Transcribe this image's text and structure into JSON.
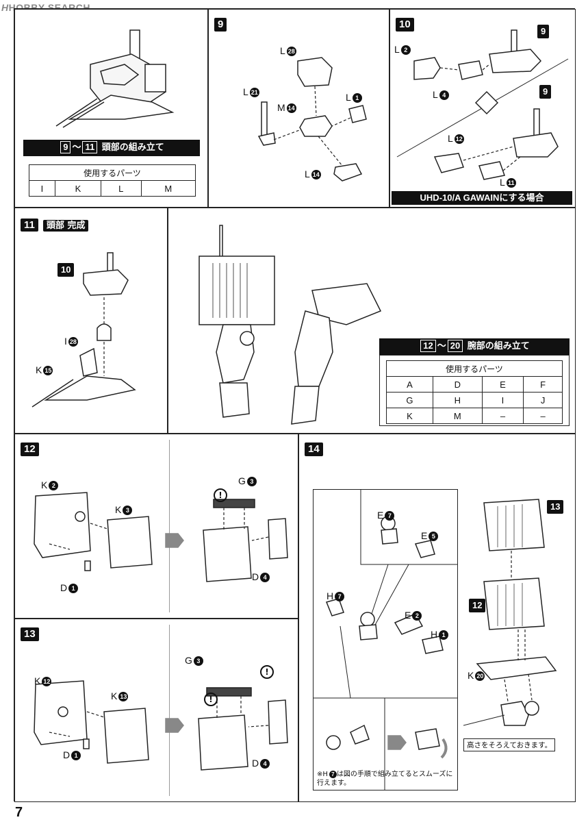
{
  "watermark": {
    "logo": "H",
    "text": "HOBBY SEARCH"
  },
  "head_assembly": {
    "title_from": "9",
    "title_sep": "～",
    "title_to": "11",
    "title_text": "頭部の組み立て",
    "parts_header": "使用するパーツ",
    "parts": [
      "I",
      "K",
      "L",
      "M"
    ]
  },
  "step9": {
    "number": "9",
    "labels": [
      {
        "text": "L",
        "num": "28"
      },
      {
        "text": "L",
        "num": "21"
      },
      {
        "text": "L",
        "num": "1"
      },
      {
        "text": "M",
        "num": "14"
      },
      {
        "text": "L",
        "num": "14"
      }
    ]
  },
  "step10": {
    "number": "10",
    "ref_step": "9",
    "labels": [
      {
        "text": "L",
        "num": "2"
      },
      {
        "text": "L",
        "num": "4"
      },
      {
        "text": "L",
        "num": "12"
      },
      {
        "text": "L",
        "num": "11"
      }
    ],
    "footer": "UHD-10/A GAWAINにする場合"
  },
  "step11": {
    "number": "11",
    "title": "頭部 完成",
    "ref_step": "10",
    "labels": [
      {
        "text": "I",
        "num": "28"
      },
      {
        "text": "K",
        "num": "15"
      }
    ]
  },
  "arm_assembly": {
    "title_from": "12",
    "title_sep": "～",
    "title_to": "20",
    "title_text": "腕部の組み立て",
    "parts_header": "使用するパーツ",
    "rows": [
      [
        "A",
        "D",
        "E",
        "F"
      ],
      [
        "G",
        "H",
        "I",
        "J"
      ],
      [
        "K",
        "M",
        "–",
        "–"
      ]
    ]
  },
  "step12": {
    "number": "12",
    "labels": [
      {
        "text": "K",
        "num": "2"
      },
      {
        "text": "K",
        "num": "3"
      },
      {
        "text": "D",
        "num": "1"
      },
      {
        "text": "G",
        "num": "3"
      },
      {
        "text": "D",
        "num": "4"
      }
    ]
  },
  "step13": {
    "number": "13",
    "labels": [
      {
        "text": "K",
        "num": "12"
      },
      {
        "text": "K",
        "num": "13"
      },
      {
        "text": "D",
        "num": "1"
      },
      {
        "text": "G",
        "num": "3"
      },
      {
        "text": "D",
        "num": "4"
      }
    ]
  },
  "step14": {
    "number": "14",
    "ref_steps": [
      "13",
      "12"
    ],
    "labels": [
      {
        "text": "E",
        "num": "7"
      },
      {
        "text": "E",
        "num": "5"
      },
      {
        "text": "H",
        "num": "7"
      },
      {
        "text": "E",
        "num": "2"
      },
      {
        "text": "H",
        "num": "1"
      },
      {
        "text": "K",
        "num": "20"
      }
    ],
    "note_height": "高さをそろえておきます。",
    "note_order_1": "※H",
    "note_order_num": "7",
    "note_order_2": "は図の手順で組み立てるとスムーズに",
    "note_order_3": "行えます。"
  },
  "page_number": "7"
}
